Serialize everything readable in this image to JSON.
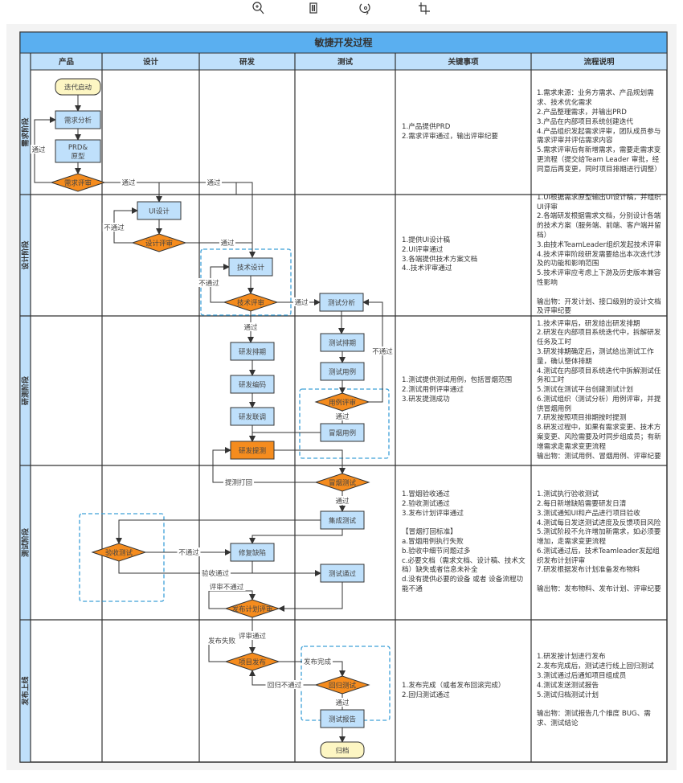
{
  "toolbar": {
    "icons": [
      "zoom-in-icon",
      "delete-icon",
      "rotate-icon",
      "crop-icon"
    ]
  },
  "diagram": {
    "title": "敏捷开发过程",
    "columns": [
      "产品",
      "设计",
      "研发",
      "测试",
      "关键事项",
      "流程说明"
    ],
    "phases": [
      "需求阶段",
      "设计阶段",
      "研测阶段",
      "测试阶段",
      "发布上线"
    ],
    "colors": {
      "header": "#5aaff0",
      "subheader": "#bfe0fb",
      "process": "#bfe0fb",
      "decision": "#f58c1e",
      "highlight": "#f58c1e",
      "terminator": "#fdf6c3",
      "group_border": "#3ea0d8"
    },
    "nodes": {
      "start": "迭代启动",
      "req_analysis": "需求分析",
      "prd": "PRD&\n原型",
      "req_review": "需求评审",
      "ui_design": "UI设计",
      "design_review": "设计评审",
      "tech_design": "技术设计",
      "tech_review": "技术评审",
      "test_analysis": "测试分析",
      "dev_schedule": "研发排期",
      "dev_coding": "研发编码",
      "dev_integration": "研发联调",
      "dev_submit": "研发提测",
      "test_schedule": "测试排期",
      "test_cases": "测试用例",
      "case_review": "用例评审",
      "smoke_cases": "冒烟用例",
      "smoke_test": "冒烟测试",
      "integration_test": "集成测试",
      "acceptance_test": "验收测试",
      "fix_bugs": "修复缺陷",
      "test_passed": "测试通过",
      "release_plan_review": "发布计划评审",
      "project_release": "项目发布",
      "regression_test": "回归测试",
      "test_report": "测试报告",
      "archive": "归档"
    },
    "edge_labels": {
      "pass": "通过",
      "fail": "不通过",
      "submit_reject": "提测打回",
      "acceptance_pass": "验收通过",
      "review_fail": "评审不通过",
      "review_pass": "评审通过",
      "release_fail": "发布失败",
      "release_done": "发布完成",
      "regression_fail": "回归不通过"
    },
    "key_items": [
      "1.产品提供PRD\n2.需求评审通过，输出评审纪要",
      "1.提供UI设计稿\n2.UI评审通过\n3.各端提供技术方案文档\n4..技术评审通过",
      "1.测试提供测试用例，包括冒烟范围\n2.测试用例评审通过\n3.研发提测成功",
      "1.冒烟验收通过\n2.验收测试通过\n3.发布计划评审通过\n\n【冒烟打回标准】\na.冒烟用例执行失败\nb.验收中细节问题过多\nc.必要文档（需求文档、设计稿、技术文档）缺失或者信息未补全\nd.没有提供必要的设备 或者 设备流程功能不通",
      "1.发布完成（或者发布回滚完成）\n2.回归测试通过"
    ],
    "process_notes": [
      "1.需求来源：业务方需求、产品规划需求、技术优化需求\n2.产品整理需求，并输出PRD\n3.产品在内部项目系统创建迭代\n4.产品组织发起需求评审，团队成员参与需求评审并评估需求内容\n5.需求评审后有新增需求，需要走需求变更流程（提交给Team Leader 审批，经同意后再变更，同时项目排期进行调整）",
      "1.UI根据需求原型输出UI设计稿，并组织UI评审\n2.各端研发根据需求文档，分别设计各端的技术方案（服务端、前端、客户端并留档）\n3.由技术TeamLeader组织发起技术评审\n4.技术评审阶段研发需要给出本次迭代涉及的功能和影响范围\n5.技术评审应考虑上下游及历史版本兼容性影响\n\n输出物：开发计划、接口级别的设计文档及评审纪要",
      "1.技术评审后，研发给出研发排期\n2.研发在内部项目系统迭代中，拆解研发任务及工时\n3.研发排期确定后，测试给出测试工作量，确认整体排期\n4.测试在内部项目系统迭代中拆解测试任务和工时\n5.测试在测试平台创建测试计划\n6.测试组织（测试分析）用例评审，并提供冒烟用例\n7.研发按照项目排期按时提测\n8.研发过程中，如果有需求变更、技术方案变更、风险需要及时同步组成员；有新增需求走需求变更流程\n输出物：测试用例、冒烟用例、评审纪要",
      "1.测试执行验收测试\n2.每日新增缺陷需要研发日清\n3.测试通知UI和产品进行项目验收\n4.测试每日发送测试进度及反馈项目风险\n5.测试阶段不允许增加新需求，如必须要增加，走需求变更流程\n6.测试通过后，技术Teamleader发起组织发布计划评审\n7.研发根据发布计划准备发布物料\n\n输出物：发布物料、发布计划、评审纪要",
      "1.研发按计划进行发布\n2.发布完成后，测试进行线上回归测试\n3.测试通过后通知项目组成员\n4.测试发送测试报告\n5.测试归档测试计划\n\n输出物：测试报告几个维度 BUG、需求、测试结论"
    ]
  }
}
